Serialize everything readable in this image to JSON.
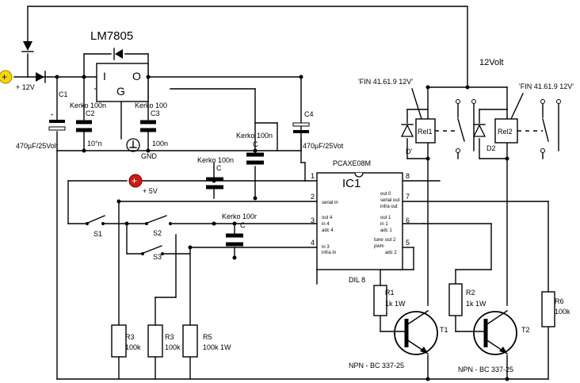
{
  "regulator": {
    "name": "LM7805",
    "pins": {
      "in": "I",
      "out": "O",
      "gnd": "G"
    }
  },
  "supply": {
    "v12_label": "+ 12V",
    "v5_label": "+ 5V",
    "gnd_label": "GND",
    "relay_supply": "12Volt"
  },
  "capacitors": {
    "c1": {
      "name": "C1",
      "value": "470µF/25Volt"
    },
    "c2": {
      "name": "C2",
      "type": "Kerko 100n",
      "value": "10°n"
    },
    "c3": {
      "name": "C3",
      "type": "Kerko 100",
      "value": "100n"
    },
    "c4": {
      "name": "C4",
      "value": "470µF/25Vot"
    },
    "c5": {
      "name": "C",
      "type": "Kerko 100n"
    },
    "c6": {
      "name": "C",
      "type": "Kerko 100n"
    },
    "c7": {
      "name": "C",
      "type": "Kerko 100r"
    }
  },
  "ic": {
    "part": "PCAXE08M",
    "ref": "IC1",
    "package": "DIL 8",
    "pin_numbers": [
      "1",
      "2",
      "3",
      "4",
      "5",
      "6",
      "7",
      "8"
    ],
    "pin_labels_left": [
      "serial in",
      "out 4",
      "in 4",
      "adc 4",
      "in 3",
      "infra in"
    ],
    "pin_labels_right": [
      "out 0",
      "serial out",
      "infra out",
      "out 1",
      "in 1",
      "adc 1",
      "tune",
      "out 2",
      "pwm",
      "adc 2"
    ]
  },
  "switches": {
    "s1": "S1",
    "s2": "S2",
    "s3": "S3"
  },
  "relays": {
    "rel1": {
      "name": "Rel1",
      "part": "'FIN 41.61.9 12V'"
    },
    "rel2": {
      "name": "Rel2",
      "part": "'FIN 41.61.9 12V'"
    }
  },
  "diodes": {
    "d1": "D'",
    "d2": "D2"
  },
  "transistors": {
    "t1": {
      "name": "T1",
      "part": "NPN - BC 337-25"
    },
    "t2": {
      "name": "T2",
      "part": "NPN - BC 337-25"
    }
  },
  "resistors": {
    "r1": {
      "name": "R1",
      "value": "1k 1W"
    },
    "r2": {
      "name": "R2",
      "value": "1k 1W"
    },
    "r3a": {
      "name": "R3",
      "value": "100k"
    },
    "r3b": {
      "name": "R3",
      "value": "100k"
    },
    "r5": {
      "name": "R5",
      "value": "100k 1W"
    },
    "r6": {
      "name": "R6",
      "value": "100k"
    }
  }
}
